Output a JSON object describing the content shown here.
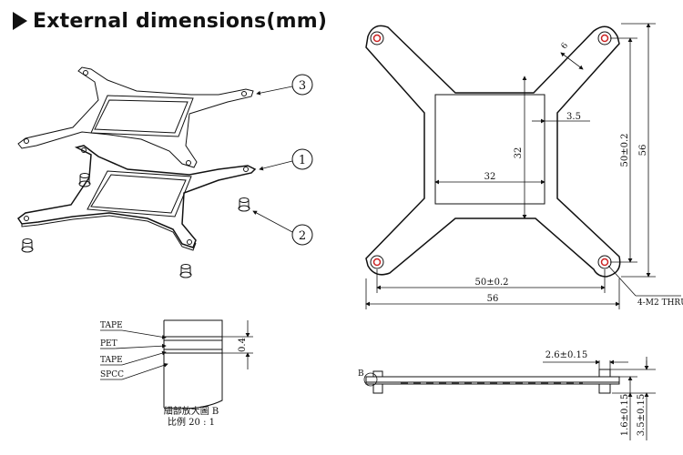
{
  "title": "External dimensions(mm)",
  "exploded": {
    "balloons": [
      "3",
      "1",
      "2"
    ]
  },
  "front_view": {
    "dim_32_vertical": "32",
    "dim_32_horizontal": "32",
    "dim_3_5": "3.5",
    "dim_6": "6",
    "dim_50_vertical": "50±0.2",
    "dim_56_vertical": "56",
    "dim_50_horizontal": "50±0.2",
    "dim_56_horizontal": "56",
    "hole_note": "4-M2 THRU"
  },
  "section": {
    "layers": [
      "TAPE",
      "PET",
      "TAPE",
      "SPCC"
    ],
    "thickness": "0.4",
    "caption_line1": "細部放大圖 B",
    "caption_line2": "比例 20 : 1"
  },
  "side_view": {
    "detail_label": "B",
    "dim_2_6": "2.6±0.15",
    "dim_1_6": "1.6±0.15",
    "dim_3_5": "3.5±0.15"
  },
  "colors": {
    "hole_accent": "#cc2222",
    "line": "#111111"
  }
}
